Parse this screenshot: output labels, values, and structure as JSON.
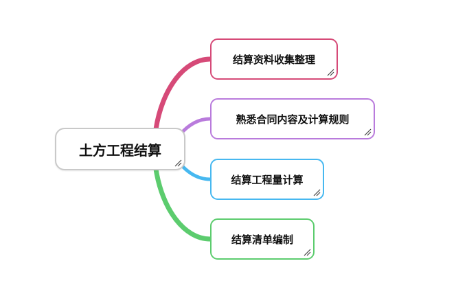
{
  "root": {
    "label": "土方工程结算"
  },
  "topics": [
    {
      "label": "结算资料收集整理",
      "color": "#d64a78"
    },
    {
      "label": "熟悉合同内容及计算规则",
      "color": "#b97bdc"
    },
    {
      "label": "结算工程量计算",
      "color": "#47b8f0"
    },
    {
      "label": "结算清单编制",
      "color": "#5ccc6e"
    }
  ]
}
